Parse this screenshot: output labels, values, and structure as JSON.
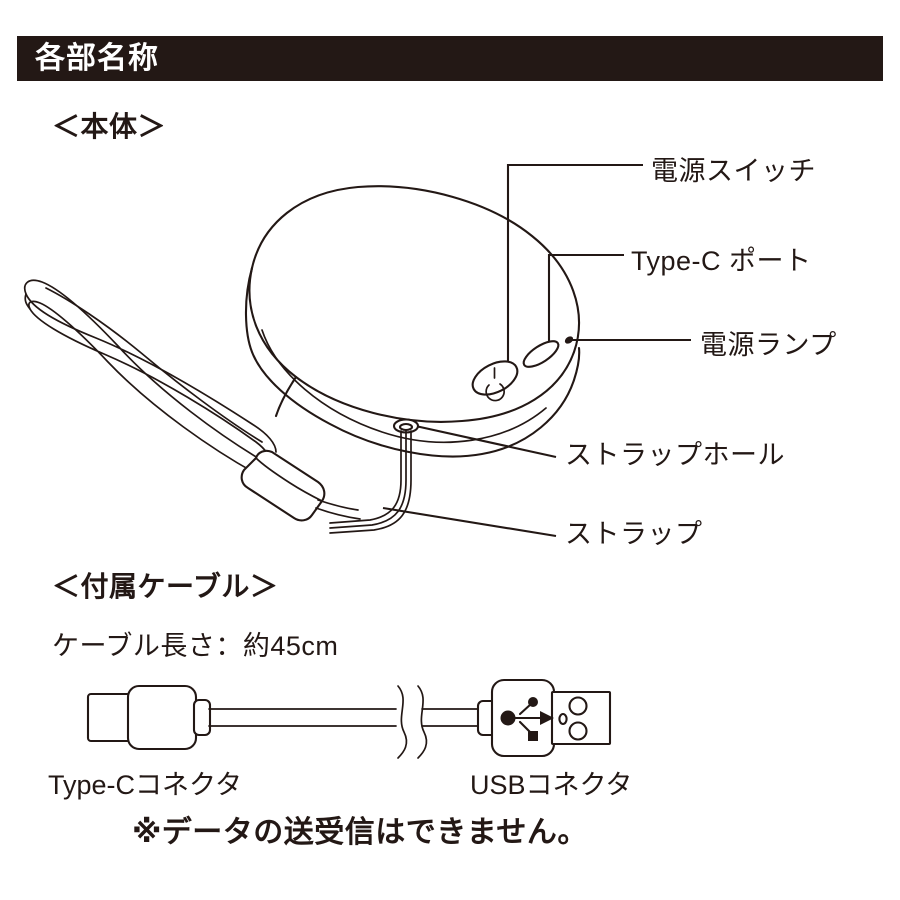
{
  "header": {
    "title": "各部名称"
  },
  "sections": {
    "body_heading": "＜本体＞",
    "cable_heading": "＜付属ケーブル＞",
    "cable_length": "ケーブル長さ：約45cm"
  },
  "callouts": [
    {
      "id": "power-switch",
      "label": "電源スイッチ"
    },
    {
      "id": "typec-port",
      "label": "Type-C ポート"
    },
    {
      "id": "power-lamp",
      "label": "電源ランプ"
    },
    {
      "id": "strap-hole",
      "label": "ストラップホール"
    },
    {
      "id": "strap",
      "label": "ストラップ"
    }
  ],
  "cable": {
    "typec_connector_caption": "Type-Cコネクタ",
    "usb_connector_caption": "USBコネクタ",
    "usb_icon": "usb-trident-icon"
  },
  "note": "※データの送受信はできません。",
  "icons": {
    "power_symbol": "power-icon"
  },
  "colors": {
    "ink": "#231815",
    "background": "#ffffff",
    "header_bar": "#231815",
    "header_text": "#ffffff"
  }
}
